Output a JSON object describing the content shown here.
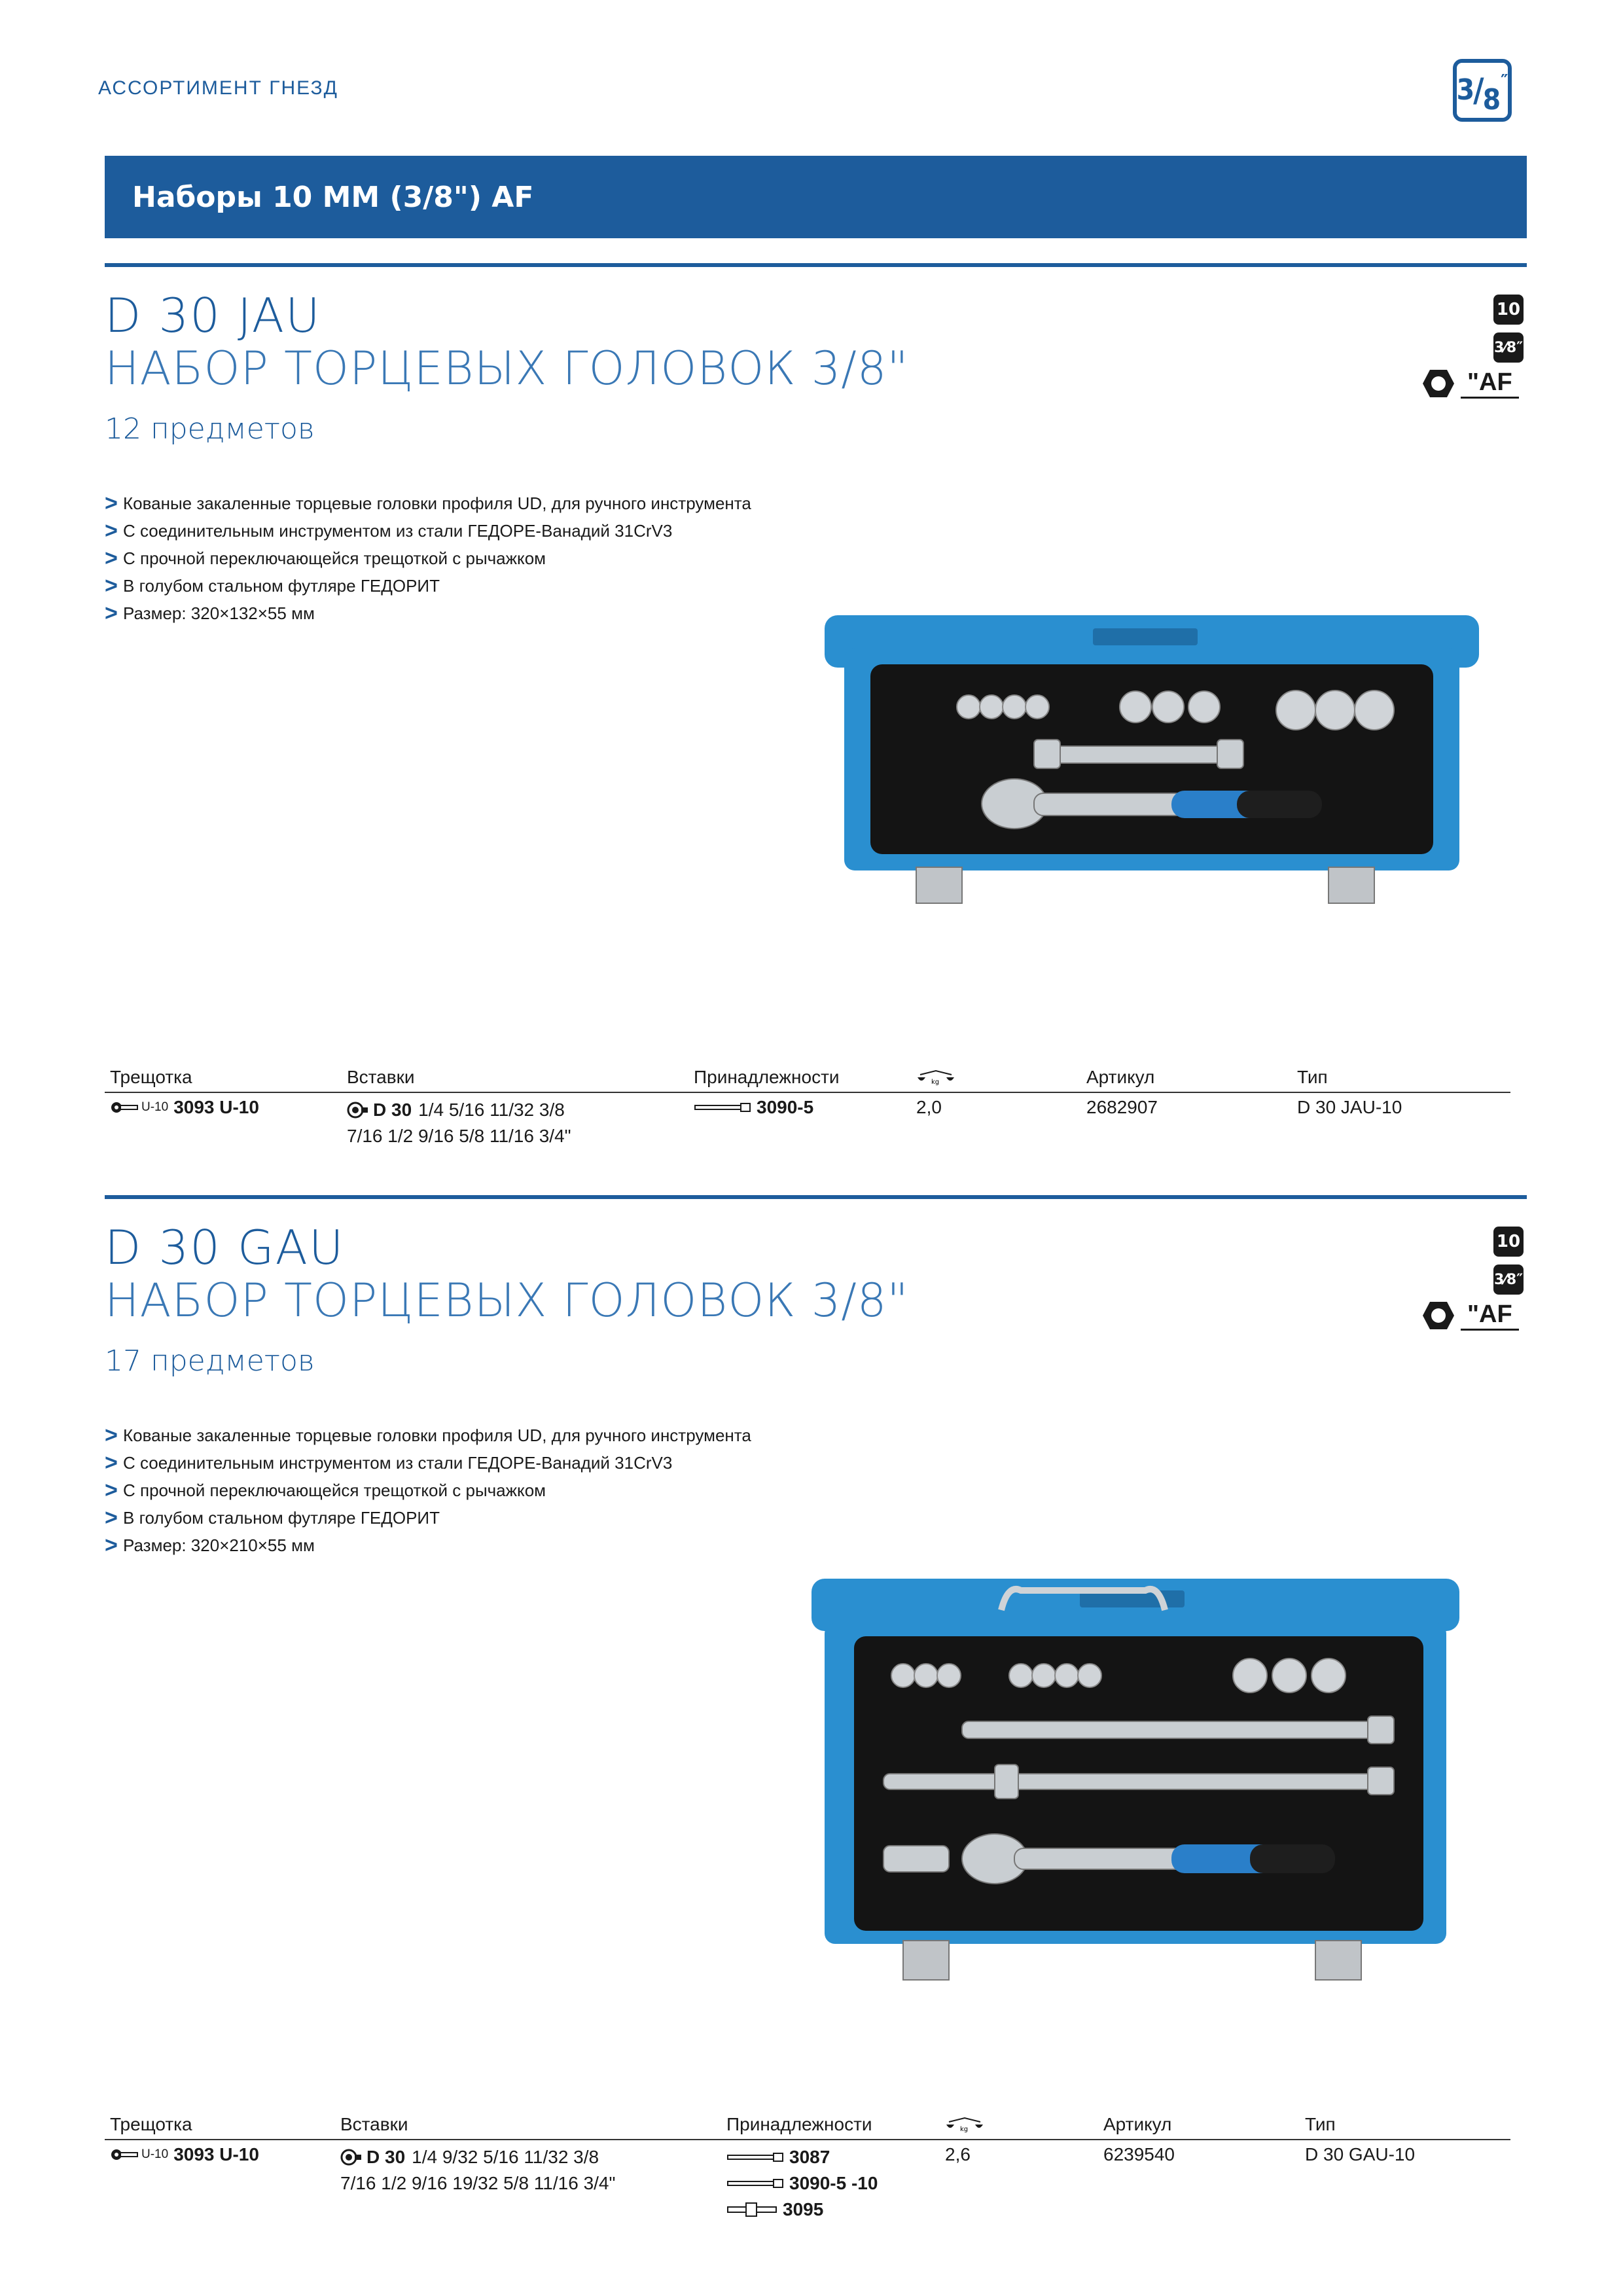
{
  "header": {
    "section_label": "АССОРТИМЕНТ ГНЕЗД",
    "drive_badge": "3/8\"",
    "banner_title": "Наборы 10 MM (3/8\") AF"
  },
  "products": [
    {
      "model": "D 30 JAU",
      "subtitle": "НАБОР ТОРЦЕВЫХ ГОЛОВОК 3/8\"",
      "count": "12 предметов",
      "badges": [
        "10",
        "3/8",
        "\"AF"
      ],
      "features": [
        "Кованые закаленные торцевые головки профиля UD, для ручного инструмента",
        "С соединительным инструментом из стали ГЕДОРЕ-Ванадий 31CrV3",
        "С прочной переключающейся трещоткой с рычажком",
        "В голубом стальном футляре ГЕДОРИТ",
        "Размер: 320×132×55 мм"
      ],
      "table": {
        "headers": [
          "Трещотка",
          "Вставки",
          "Принадлежности",
          "",
          "Артикул",
          "Тип"
        ],
        "ratchet_prefix": "U-10",
        "ratchet": "3093 U-10",
        "inserts_code": "D 30",
        "inserts_line1": "1/4 5/16 11/32 3/8",
        "inserts_line2": "7/16 1/2 9/16 5/8 11/16 3/4\"",
        "accessories": [
          "3090-5"
        ],
        "weight": "2,0",
        "article": "2682907",
        "type": "D 30 JAU-10"
      }
    },
    {
      "model": "D 30 GAU",
      "subtitle": "НАБОР ТОРЦЕВЫХ ГОЛОВОК 3/8\"",
      "count": "17 предметов",
      "badges": [
        "10",
        "3/8",
        "\"AF"
      ],
      "features": [
        "Кованые закаленные торцевые головки профиля UD, для ручного инструмента",
        "С соединительным инструментом из стали ГЕДОРЕ-Ванадий 31CrV3",
        "С прочной переключающейся трещоткой с рычажком",
        "В голубом стальном футляре ГЕДОРИТ",
        "Размер: 320×210×55 мм"
      ],
      "table": {
        "headers": [
          "Трещотка",
          "Вставки",
          "Принадлежности",
          "",
          "Артикул",
          "Тип"
        ],
        "ratchet_prefix": "U-10",
        "ratchet": "3093 U-10",
        "inserts_code": "D 30",
        "inserts_line1": "1/4 9/32 5/16 11/32 3/8",
        "inserts_line2": "7/16 1/2 9/16 19/32 5/8 11/16 3/4\"",
        "accessories": [
          "3087",
          "3090-5 -10",
          "3095"
        ],
        "weight": "2,6",
        "article": "6239540",
        "type": "D 30 GAU-10"
      }
    }
  ],
  "icons": {
    "weight": "scale-icon",
    "ratchet": "ratchet-icon",
    "socket": "socket-icon",
    "extension": "extension-bar-icon",
    "hex": "hexagon-icon"
  },
  "colors": {
    "brand_blue": "#1d5c9c",
    "case_blue": "#2a8fd0"
  }
}
